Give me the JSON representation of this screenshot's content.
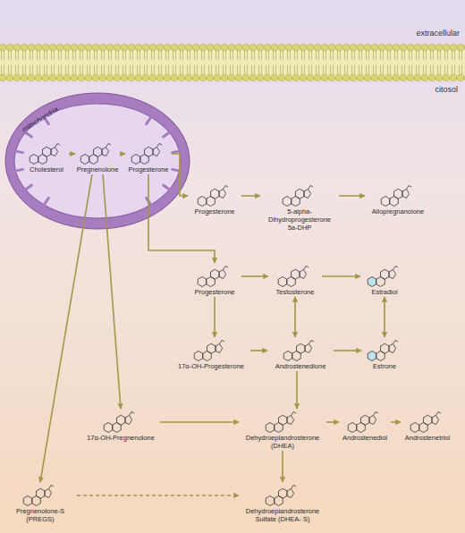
{
  "diagram": {
    "nodes": [
      {
        "text": [
          "mitochondria"
        ]
      },
      {
        "text": [
          "Cholesterol"
        ],
        "in": 0
      },
      {
        "text": [
          "Pregnenolone"
        ],
        "in": 0
      },
      {
        "text": [
          "Progesterone"
        ],
        "in": 0
      },
      {
        "text": [
          "Progesterone"
        ]
      },
      {
        "text": [
          "5-alpha-Dihydroprogesterone",
          "5a-DHP"
        ]
      },
      {
        "text": [
          "Allopregnanolone"
        ]
      },
      {
        "text": [
          "Progesterone"
        ]
      },
      {
        "text": [
          "Testosterone"
        ]
      },
      {
        "text": [
          "Estradiol"
        ]
      },
      {
        "text": [
          "17α-OH-Progesterone"
        ]
      },
      {
        "text": [
          "Androstenedione"
        ]
      },
      {
        "text": [
          "Estrone"
        ]
      },
      {
        "text": [
          "17α-OH-Pregnenolone"
        ]
      },
      {
        "text": [
          "Dehydroepiandrosterone (DHEA)"
        ]
      },
      {
        "text": [
          "Androstenediol"
        ]
      },
      {
        "text": [
          "Androstenetriol"
        ]
      },
      {
        "text": [
          "Pregnenolone-S (PREGS)"
        ]
      },
      {
        "text": [
          "Dehydroepiandrosterone Sulfate (DHEA- S)"
        ]
      }
    ],
    "edges": [
      {
        "from": 1,
        "to": 2,
        "arrow": "to"
      },
      {
        "from": 2,
        "to": 3,
        "arrow": "to"
      },
      {
        "from": 3,
        "to": 4,
        "arrow": "to"
      },
      {
        "from": 4,
        "to": 5,
        "arrow": "to"
      },
      {
        "from": 5,
        "to": 6,
        "arrow": "to"
      },
      {
        "from": 3,
        "to": 7,
        "arrow": "to"
      },
      {
        "from": 7,
        "to": 8,
        "arrow": "to"
      },
      {
        "from": 8,
        "to": 9,
        "arrow": "to"
      },
      {
        "from": 7,
        "to": 10,
        "arrow": "to"
      },
      {
        "from": 10,
        "to": 11,
        "arrow": "to"
      },
      {
        "from": 11,
        "to": 12,
        "arrow": "to"
      },
      {
        "from": 8,
        "to": 11,
        "arrow": "both"
      },
      {
        "from": 9,
        "to": 12,
        "arrow": "both"
      },
      {
        "from": 11,
        "to": 14,
        "arrow": "to"
      },
      {
        "from": 2,
        "to": 13,
        "arrow": "to"
      },
      {
        "from": 2,
        "to": 17,
        "arrow": "to"
      },
      {
        "from": 13,
        "to": 14,
        "arrow": "to"
      },
      {
        "from": 14,
        "to": 18,
        "arrow": "to"
      },
      {
        "from": 17,
        "to": 18,
        "arrow": "to"
      },
      {
        "from": 14,
        "to": 15,
        "arrow": "to"
      },
      {
        "from": 15,
        "to": 16,
        "arrow": "to"
      }
    ],
    "labels": [
      "extracellular",
      "citosol"
    ]
  }
}
